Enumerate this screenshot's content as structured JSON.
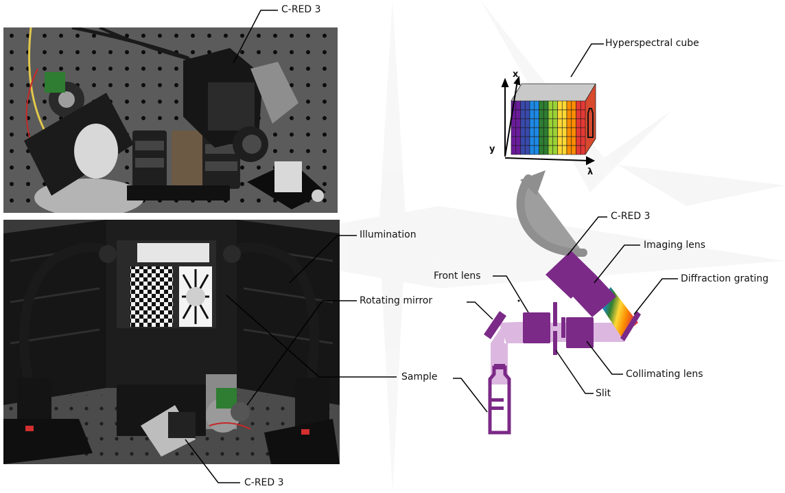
{
  "labels": {
    "top_camera": "C-RED 3",
    "hyperspectral_cube": "Hyperspectral cube",
    "illumination": "Illumination",
    "rotating_mirror": "Rotating mirror",
    "sample": "Sample",
    "bottom_camera": "C-RED 3",
    "diagram_camera": "C-RED 3",
    "imaging_lens": "Imaging lens",
    "front_lens": "Front lens",
    "diffraction_grating": "Diffraction grating",
    "collimating_lens": "Collimating lens",
    "slit": "Slit"
  },
  "axes": {
    "x": "x",
    "y": "y",
    "lambda": "λ"
  },
  "colors": {
    "purple": "#7b2a87",
    "light_purple": "#dcb8e0",
    "spectrum": [
      "#6a1b9a",
      "#3949ab",
      "#1e88e5",
      "#2e7d32",
      "#9bd136",
      "#fdd835",
      "#fb8c00",
      "#e53935"
    ]
  }
}
